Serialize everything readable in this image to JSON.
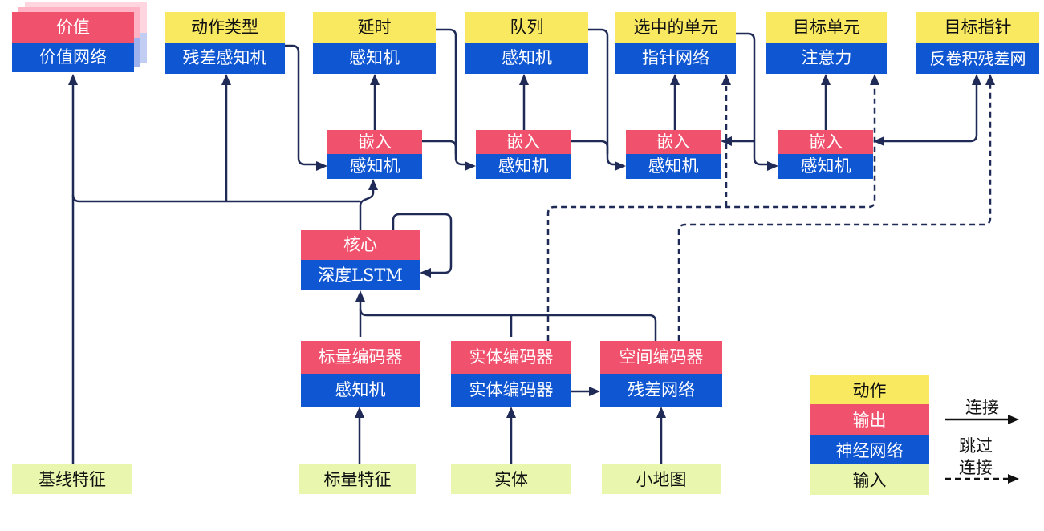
{
  "title": "AlphaStar-style agent architecture diagram (Chinese)",
  "nodes": {
    "value": {
      "header": "价值",
      "body": "价值网络"
    },
    "action_type": {
      "header": "动作类型",
      "body": "残差感知机"
    },
    "delay": {
      "header": "延时",
      "body": "感知机"
    },
    "queue": {
      "header": "队列",
      "body": "感知机"
    },
    "selected_units": {
      "header": "选中的单元",
      "body": "指针网络"
    },
    "target_unit": {
      "header": "目标单元",
      "body": "注意力"
    },
    "target_pointer": {
      "header": "目标指针",
      "body": "反卷积残差网"
    },
    "embed1": {
      "header": "嵌入",
      "body": "感知机"
    },
    "embed2": {
      "header": "嵌入",
      "body": "感知机"
    },
    "embed3": {
      "header": "嵌入",
      "body": "感知机"
    },
    "embed4": {
      "header": "嵌入",
      "body": "感知机"
    },
    "core": {
      "header": "核心",
      "body": "深度LSTM"
    },
    "scalar_encoder": {
      "header": "标量编码器",
      "body": "感知机"
    },
    "entity_encoder": {
      "header": "实体编码器",
      "body": "实体编码器"
    },
    "spatial_encoder": {
      "header": "空间编码器",
      "body": "残差网络"
    }
  },
  "inputs": {
    "baseline_features": "基线特征",
    "scalar_features": "标量特征",
    "entities": "实体",
    "minimap": "小地图"
  },
  "legend": {
    "action": "动作",
    "output": "输出",
    "network": "神经网络",
    "input": "输入",
    "connection": "连接",
    "skip_line1": "跳过",
    "skip_line2": "连接"
  },
  "colors": {
    "action_yellow": "#F9E961",
    "output_red": "#F0516D",
    "network_blue": "#0F56D2",
    "input_green": "#E9F7AE",
    "connector_navy": "#1F2A56",
    "ghost_pink": "#FFC2CF",
    "ghost_blue": "#9FB2EE"
  }
}
